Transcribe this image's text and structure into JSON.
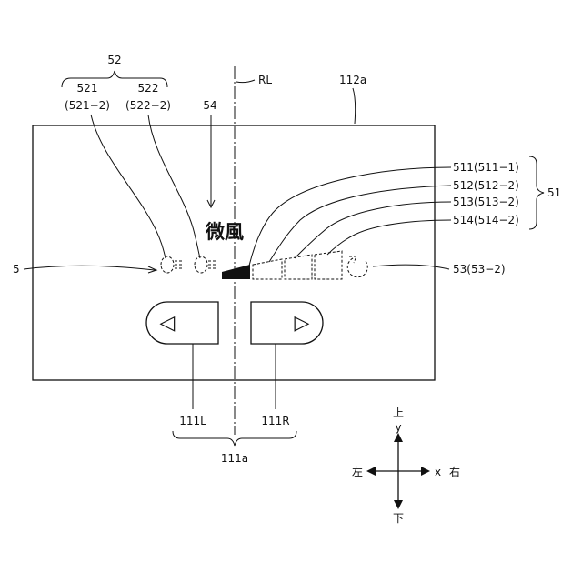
{
  "labels": {
    "group_52": "52",
    "l521": "521",
    "l521_sub": "(521−2)",
    "l522": "522",
    "l522_sub": "(522−2)",
    "l54": "54",
    "lRL": "RL",
    "l112a": "112a",
    "l511": "511(511−1)",
    "l512": "512(512−2)",
    "l513": "513(513−2)",
    "l514": "514(514−2)",
    "l51": "51",
    "l5": "5",
    "l53": "53(53−2)",
    "wind_text": "微風",
    "l111L": "111L",
    "l111R": "111R",
    "l111a": "111a"
  },
  "axes": {
    "up": "上",
    "y": "y",
    "left": "左",
    "x": "x",
    "right": "右",
    "down": "下"
  },
  "buttons": {
    "left_symbol": "◁",
    "right_symbol": "▷"
  }
}
